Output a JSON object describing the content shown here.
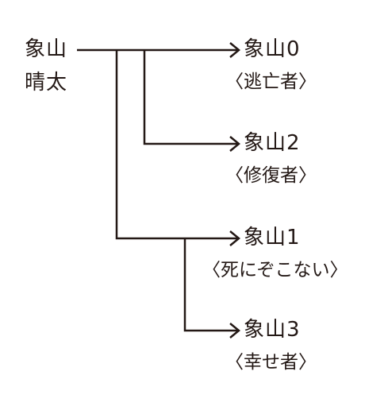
{
  "root": {
    "surname": "象山",
    "given_name": "晴太"
  },
  "children": [
    {
      "name": "象山0",
      "role": "逃亡者"
    },
    {
      "name": "象山2",
      "role": "修復者"
    },
    {
      "name": "象山1",
      "role": "死にぞこない"
    },
    {
      "name": "象山3",
      "role": "幸せ者"
    }
  ],
  "brackets": {
    "open": "〈",
    "close": "〉"
  },
  "colors": {
    "ink": "#231815",
    "background": "#ffffff"
  }
}
